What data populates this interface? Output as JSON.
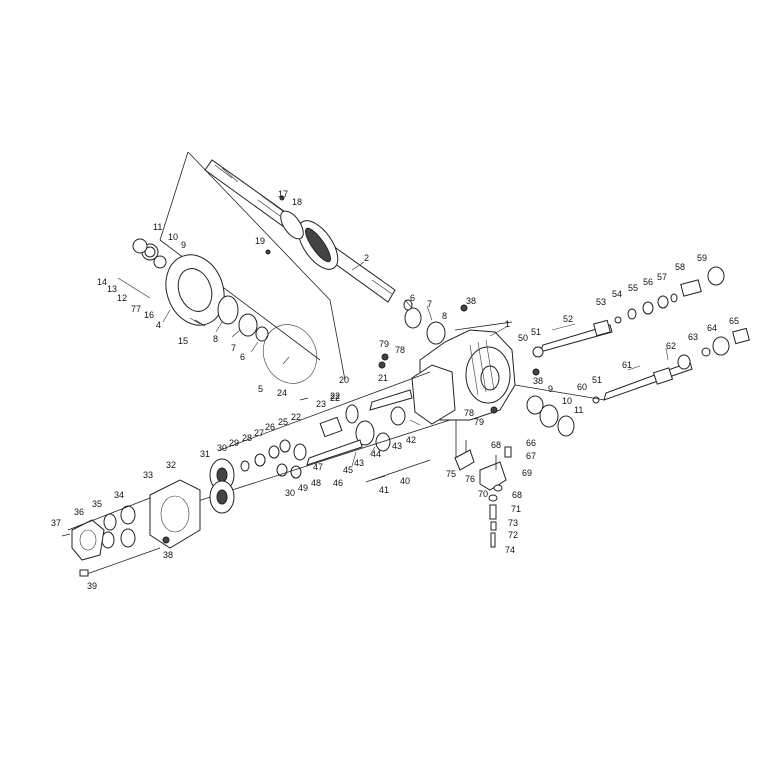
{
  "diagram": {
    "labels": [
      {
        "id": "1",
        "text": "1"
      },
      {
        "id": "2",
        "text": "2"
      },
      {
        "id": "4",
        "text": "4"
      },
      {
        "id": "5",
        "text": "5"
      },
      {
        "id": "6a",
        "text": "6"
      },
      {
        "id": "6b",
        "text": "6"
      },
      {
        "id": "7a",
        "text": "7"
      },
      {
        "id": "7b",
        "text": "7"
      },
      {
        "id": "8a",
        "text": "8"
      },
      {
        "id": "8b",
        "text": "8"
      },
      {
        "id": "9a",
        "text": "9"
      },
      {
        "id": "9b",
        "text": "9"
      },
      {
        "id": "10a",
        "text": "10"
      },
      {
        "id": "10b",
        "text": "10"
      },
      {
        "id": "11a",
        "text": "11"
      },
      {
        "id": "11b",
        "text": "11"
      },
      {
        "id": "12",
        "text": "12"
      },
      {
        "id": "13",
        "text": "13"
      },
      {
        "id": "14",
        "text": "14"
      },
      {
        "id": "15",
        "text": "15"
      },
      {
        "id": "16",
        "text": "16"
      },
      {
        "id": "17",
        "text": "17"
      },
      {
        "id": "18",
        "text": "18"
      },
      {
        "id": "19",
        "text": "19"
      },
      {
        "id": "20",
        "text": "20"
      },
      {
        "id": "21",
        "text": "21"
      },
      {
        "id": "22a",
        "text": "22"
      },
      {
        "id": "22b",
        "text": "22"
      },
      {
        "id": "22c",
        "text": "22"
      },
      {
        "id": "23",
        "text": "23"
      },
      {
        "id": "24",
        "text": "24"
      },
      {
        "id": "25",
        "text": "25"
      },
      {
        "id": "26",
        "text": "26"
      },
      {
        "id": "27",
        "text": "27"
      },
      {
        "id": "28",
        "text": "28"
      },
      {
        "id": "29",
        "text": "29"
      },
      {
        "id": "30a",
        "text": "30"
      },
      {
        "id": "30b",
        "text": "30"
      },
      {
        "id": "31",
        "text": "31"
      },
      {
        "id": "32",
        "text": "32"
      },
      {
        "id": "33",
        "text": "33"
      },
      {
        "id": "34",
        "text": "34"
      },
      {
        "id": "35",
        "text": "35"
      },
      {
        "id": "36",
        "text": "36"
      },
      {
        "id": "37",
        "text": "37"
      },
      {
        "id": "38a",
        "text": "38"
      },
      {
        "id": "38b",
        "text": "38"
      },
      {
        "id": "38c",
        "text": "38"
      },
      {
        "id": "39",
        "text": "39"
      },
      {
        "id": "40",
        "text": "40"
      },
      {
        "id": "41",
        "text": "41"
      },
      {
        "id": "42",
        "text": "42"
      },
      {
        "id": "43a",
        "text": "43"
      },
      {
        "id": "43b",
        "text": "43"
      },
      {
        "id": "44",
        "text": "44"
      },
      {
        "id": "45",
        "text": "45"
      },
      {
        "id": "46",
        "text": "46"
      },
      {
        "id": "47",
        "text": "47"
      },
      {
        "id": "48",
        "text": "48"
      },
      {
        "id": "49",
        "text": "49"
      },
      {
        "id": "50",
        "text": "50"
      },
      {
        "id": "51a",
        "text": "51"
      },
      {
        "id": "51b",
        "text": "51"
      },
      {
        "id": "52",
        "text": "52"
      },
      {
        "id": "53",
        "text": "53"
      },
      {
        "id": "54",
        "text": "54"
      },
      {
        "id": "55",
        "text": "55"
      },
      {
        "id": "56",
        "text": "56"
      },
      {
        "id": "57",
        "text": "57"
      },
      {
        "id": "58",
        "text": "58"
      },
      {
        "id": "59",
        "text": "59"
      },
      {
        "id": "60",
        "text": "60"
      },
      {
        "id": "61",
        "text": "61"
      },
      {
        "id": "62",
        "text": "62"
      },
      {
        "id": "63",
        "text": "63"
      },
      {
        "id": "64",
        "text": "64"
      },
      {
        "id": "65",
        "text": "65"
      },
      {
        "id": "66",
        "text": "66"
      },
      {
        "id": "67",
        "text": "67"
      },
      {
        "id": "68a",
        "text": "68"
      },
      {
        "id": "68b",
        "text": "68"
      },
      {
        "id": "69",
        "text": "69"
      },
      {
        "id": "70",
        "text": "70"
      },
      {
        "id": "71",
        "text": "71"
      },
      {
        "id": "72",
        "text": "72"
      },
      {
        "id": "73",
        "text": "73"
      },
      {
        "id": "74",
        "text": "74"
      },
      {
        "id": "75",
        "text": "75"
      },
      {
        "id": "76",
        "text": "76"
      },
      {
        "id": "77",
        "text": "77"
      },
      {
        "id": "78a",
        "text": "78"
      },
      {
        "id": "78b",
        "text": "78"
      },
      {
        "id": "79a",
        "text": "79"
      },
      {
        "id": "79b",
        "text": "79"
      }
    ]
  }
}
